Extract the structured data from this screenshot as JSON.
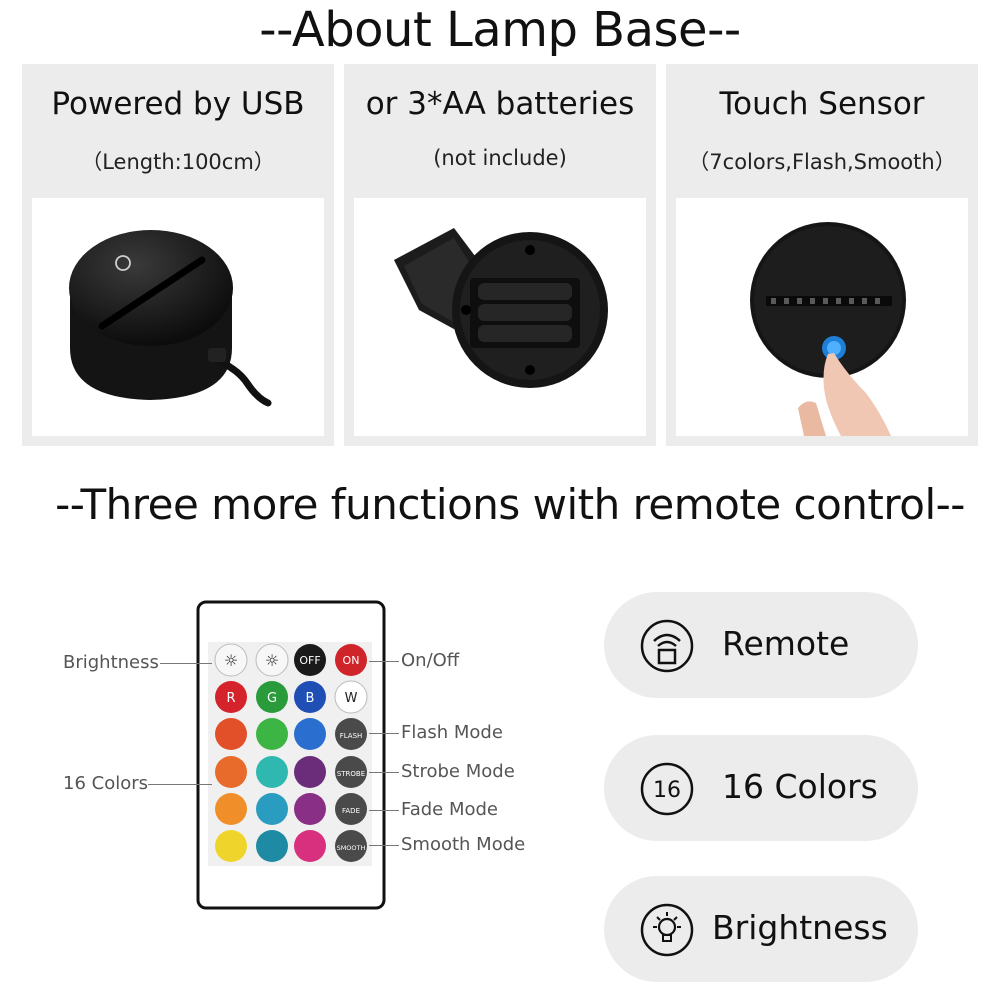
{
  "header": {
    "title": "--About Lamp Base--"
  },
  "cards": [
    {
      "title": "Powered by USB",
      "subtitle": "（Length:100cm）"
    },
    {
      "title": "or 3*AA batteries",
      "subtitle": "(not include)"
    },
    {
      "title": "Touch Sensor",
      "subtitle": "（7colors,Flash,Smooth）"
    }
  ],
  "section2": {
    "title": "--Three more functions with remote control--"
  },
  "remote": {
    "buttons": {
      "off": "OFF",
      "on": "ON",
      "r": "R",
      "g": "G",
      "b": "B",
      "w": "W",
      "flash": "FLASH",
      "strobe": "STROBE",
      "fade": "FADE",
      "smooth": "SMOOTH"
    },
    "callouts": {
      "brightness": "Brightness",
      "colors": "16 Colors",
      "onoff": "On/Off",
      "flash": "Flash Mode",
      "strobe": "Strobe Mode",
      "fade": "Fade Mode",
      "smooth": "Smooth Mode"
    }
  },
  "features": [
    {
      "label": "Remote",
      "icon": "remote-signal-icon"
    },
    {
      "label": "16 Colors",
      "icon_text": "16",
      "icon": "number-16-icon"
    },
    {
      "label": "Brightness",
      "icon": "lightbulb-icon"
    }
  ],
  "colors": {
    "card_bg": "#ececec",
    "pill_bg": "#ececec",
    "touch_blue": "#1f7fd6",
    "on_red": "#d0242b"
  }
}
